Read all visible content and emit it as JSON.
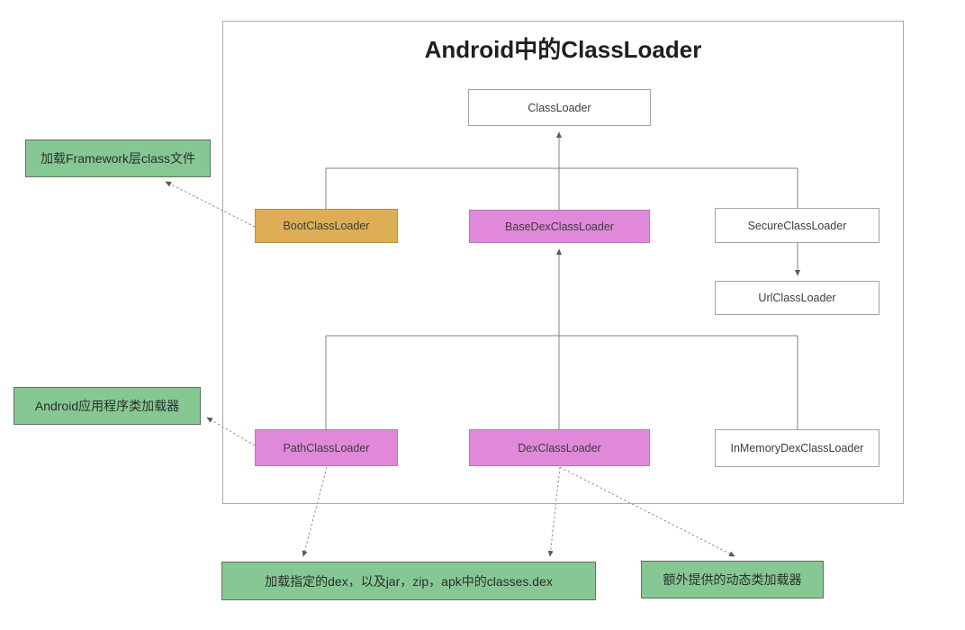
{
  "diagram": {
    "title": "Android中的ClassLoader"
  },
  "nodes": {
    "classloader": {
      "label": "ClassLoader",
      "fill": "#ffffff"
    },
    "boot": {
      "label": "BootClassLoader",
      "fill": "#ddae56"
    },
    "basedex": {
      "label": "BaseDexClassLoader",
      "fill": "#e089da"
    },
    "secure": {
      "label": "SecureClassLoader",
      "fill": "#ffffff"
    },
    "url": {
      "label": "UrlClassLoader",
      "fill": "#ffffff"
    },
    "path": {
      "label": "PathClassLoader",
      "fill": "#e089da"
    },
    "dex": {
      "label": "DexClassLoader",
      "fill": "#e089da"
    },
    "inmemory": {
      "label": "InMemoryDexClassLoader",
      "fill": "#ffffff"
    }
  },
  "annotations": {
    "framework": {
      "label": "加载Framework层class文件",
      "fill": "#85c893"
    },
    "app": {
      "label": "Android应用程序类加载器",
      "fill": "#85c893"
    },
    "dex_sources": {
      "label": "加载指定的dex，以及jar，zip，apk中的classes.dex",
      "fill": "#85c893"
    },
    "dynamic": {
      "label": "额外提供的动态类加载器",
      "fill": "#85c893"
    }
  },
  "edges": [
    {
      "from": "BaseDexClassLoader",
      "to": "ClassLoader",
      "style": "solid-arrow"
    },
    {
      "from": "BootClassLoader",
      "to": "ClassLoader",
      "style": "solid-tree"
    },
    {
      "from": "SecureClassLoader",
      "to": "ClassLoader",
      "style": "solid-tree"
    },
    {
      "from": "SecureClassLoader",
      "to": "UrlClassLoader",
      "style": "solid-arrow"
    },
    {
      "from": "PathClassLoader",
      "to": "BaseDexClassLoader",
      "style": "solid-tree"
    },
    {
      "from": "DexClassLoader",
      "to": "BaseDexClassLoader",
      "style": "solid-arrow"
    },
    {
      "from": "InMemoryDexClassLoader",
      "to": "BaseDexClassLoader",
      "style": "solid-tree"
    },
    {
      "from": "BootClassLoader",
      "to": "加载Framework层class文件",
      "style": "dotted-arrow"
    },
    {
      "from": "PathClassLoader",
      "to": "Android应用程序类加载器",
      "style": "dotted-arrow"
    },
    {
      "from": "PathClassLoader",
      "to": "加载指定的dex，以及jar，zip，apk中的classes.dex",
      "style": "dotted-arrow"
    },
    {
      "from": "DexClassLoader",
      "to": "加载指定的dex，以及jar，zip，apk中的classes.dex",
      "style": "dotted-arrow"
    },
    {
      "from": "DexClassLoader",
      "to": "额外提供的动态类加载器",
      "style": "dotted-arrow"
    }
  ],
  "colors": {
    "node_gold": "#ddae56",
    "node_pink": "#e089da",
    "node_white": "#ffffff",
    "annotation_green": "#85c893",
    "connector_gray": "#828282",
    "frame_border": "#a9a9a9"
  }
}
